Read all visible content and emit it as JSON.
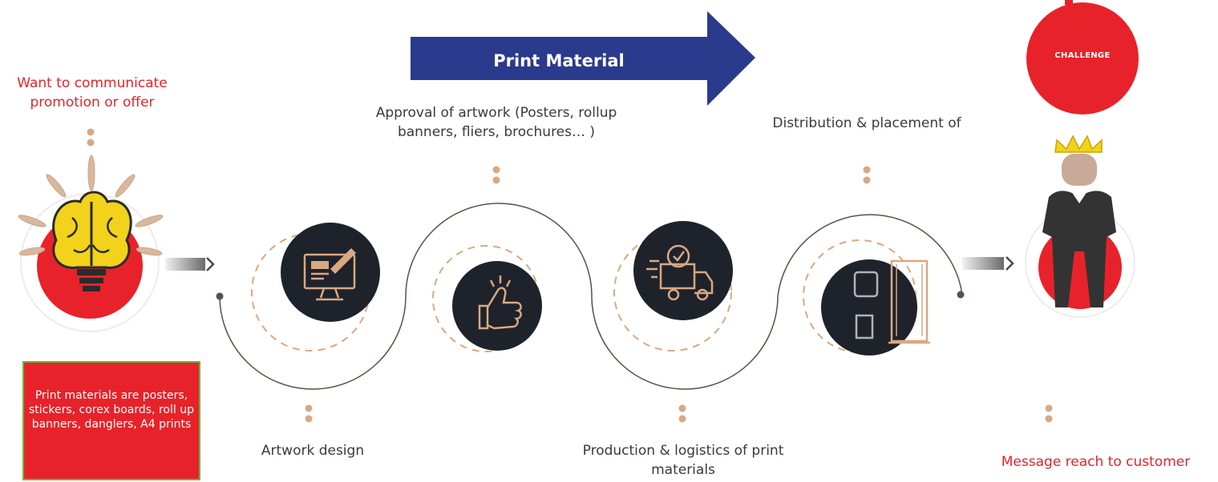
{
  "banner": {
    "label": "Print Material"
  },
  "start": {
    "text": "Want to communicate promotion or offer"
  },
  "info_box": {
    "text": "Print materials are posters, stickers, corex boards, roll up banners, danglers, A4 prints"
  },
  "steps": [
    {
      "label": "Artwork design",
      "icon": "monitor-design-icon"
    },
    {
      "label": "Approval of artwork (Posters, rollup banners, fliers, brochures… )",
      "icon": "thumbs-up-icon"
    },
    {
      "label": "Production & logistics of print materials",
      "icon": "delivery-truck-icon"
    },
    {
      "label": "Distribution & placement of",
      "icon": "display-stand-icon"
    }
  ],
  "end": {
    "text": "Message reach to customer",
    "badge": "CHALLENGE"
  },
  "colors": {
    "accent_red": "#e8222a",
    "navy": "#2a3a8c",
    "dark_circle": "#1e222b",
    "tan": "#d9a882",
    "bulb_yellow": "#f2d21a",
    "info_border": "#6fb243"
  }
}
